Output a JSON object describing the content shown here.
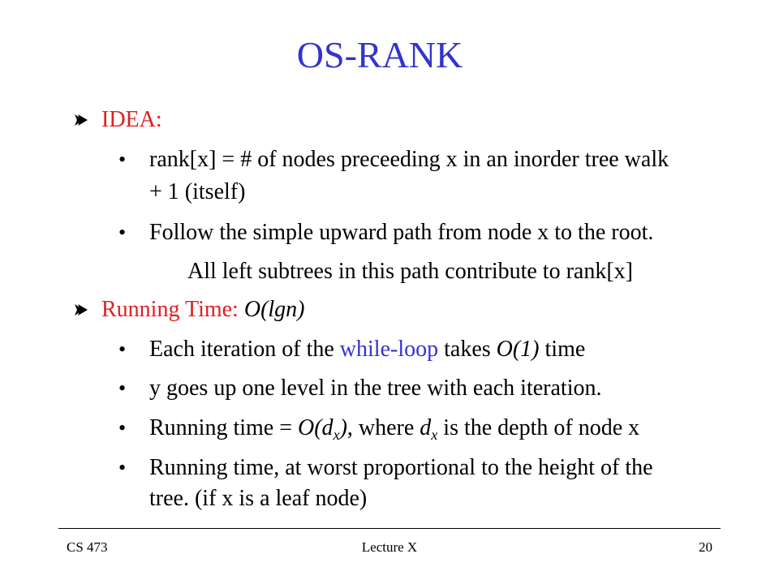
{
  "title": "OS-RANK",
  "colors": {
    "title": "#3333cc",
    "heading": "#e02020",
    "keyword": "#3333cc",
    "text": "#000000"
  },
  "section1": {
    "icon": "arrow-bullet-icon",
    "heading": "IDEA:",
    "bullet1_line1": "rank[x] = # of nodes preceeding x in an inorder tree walk",
    "bullet1_line2": "+ 1 (itself)",
    "bullet2": "Follow the simple upward path from node x to the root.",
    "note": "All left subtrees in this path contribute to rank[x]"
  },
  "section2": {
    "icon": "arrow-bullet-icon",
    "heading": "Running Time:",
    "heading_complexity": "O(lgn)",
    "bullet1_pre": "Each iteration of the",
    "bullet1_keyword": "while-loop",
    "bullet1_mid": "takes",
    "bullet1_complexity": "O(1)",
    "bullet1_post": "time",
    "bullet2": "y goes up one level in the tree with each iteration.",
    "bullet3_pre": "Running time =",
    "bullet3_func_open": "O(d",
    "bullet3_func_sub": "x",
    "bullet3_func_close": ")",
    "bullet3_mid": ", where",
    "bullet3_var": "d",
    "bullet3_var_sub": "x",
    "bullet3_post": "is the depth of node x",
    "bullet4_line1": "Running time, at worst proportional to the height of the",
    "bullet4_line2": "tree. (if x is a leaf node)"
  },
  "footer": {
    "course": "CS 473",
    "lecture": "Lecture X",
    "page": "20"
  }
}
